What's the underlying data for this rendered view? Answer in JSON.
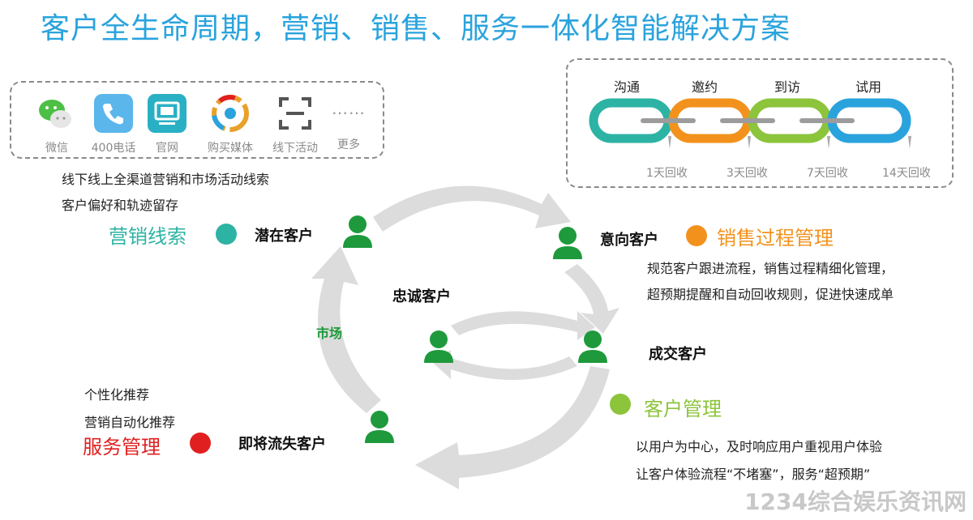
{
  "title": "客户全生命周期，营销、销售、服务一体化智能解决方案",
  "channels": [
    {
      "label": "微信",
      "icon": "wechat-icon",
      "color": "#4cbf45"
    },
    {
      "label": "400电话",
      "icon": "phone-icon",
      "color": "#5bb6ec"
    },
    {
      "label": "官网",
      "icon": "website-icon",
      "color": "#2ab0c4"
    },
    {
      "label": "购买媒体",
      "icon": "media-icon",
      "color": "#e9a12b"
    },
    {
      "label": "线下活动",
      "icon": "scan-icon",
      "color": "#555555"
    },
    {
      "label": "更多",
      "icon": "more-icon",
      "color": "#888888"
    }
  ],
  "chain": {
    "stages": [
      {
        "label": "沟通",
        "color": "#2db3a4",
        "recycle": "1天回收"
      },
      {
        "label": "邀约",
        "color": "#f2921d",
        "recycle": "3天回收"
      },
      {
        "label": "到访",
        "color": "#8cc43c",
        "recycle": "7天回收"
      },
      {
        "label": "试用",
        "color": "#2aa3dd",
        "recycle": "14天回收"
      }
    ]
  },
  "marketing": {
    "desc": [
      "线下线上全渠道营销和市场活动线索",
      "客户偏好和轨迹留存"
    ],
    "category": "营销线索",
    "color": "#2db3a4"
  },
  "sales": {
    "category": "销售过程管理",
    "color": "#f2921d",
    "desc": [
      "规范客户跟进流程，销售过程精细化管理，",
      "超预期提醒和自动回收规则，促进快速成单"
    ]
  },
  "customer_mgmt": {
    "category": "客户管理",
    "color": "#8cc43c",
    "desc": [
      "以用户为中心，及时响应用户重视用户体验",
      "让客户体验流程“不堵塞”，服务“超预期”"
    ]
  },
  "service": {
    "desc": [
      "个性化推荐",
      "营销自动化推荐"
    ],
    "category": "服务管理",
    "color": "#e02020"
  },
  "cycle": {
    "potential": "潜在客户",
    "intent": "意向客户",
    "deal": "成交客户",
    "churn": "即将流失客户",
    "loyal": "忠诚客户",
    "market": "市场",
    "person_color": "#1e9a3c"
  },
  "watermark": "1234综合娱乐资讯网"
}
